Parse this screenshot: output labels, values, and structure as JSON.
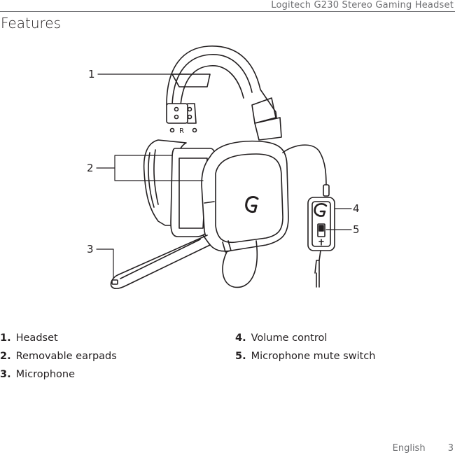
{
  "header": {
    "title": "Logitech G230 Stereo Gaming Headset"
  },
  "section": {
    "title": "Features"
  },
  "callouts": [
    "1",
    "2",
    "3",
    "4",
    "5"
  ],
  "features": [
    {
      "num": "1.",
      "label": "Headset"
    },
    {
      "num": "2.",
      "label": "Removable earpads"
    },
    {
      "num": "3.",
      "label": "Microphone"
    },
    {
      "num": "4.",
      "label": "Volume control"
    },
    {
      "num": "5.",
      "label": "Microphone mute switch"
    }
  ],
  "headband_text": "R",
  "footer": {
    "language": "English",
    "page_number": "3"
  },
  "colors": {
    "text": "#231f20",
    "muted": "#6d6e71",
    "line": "#231f20"
  }
}
